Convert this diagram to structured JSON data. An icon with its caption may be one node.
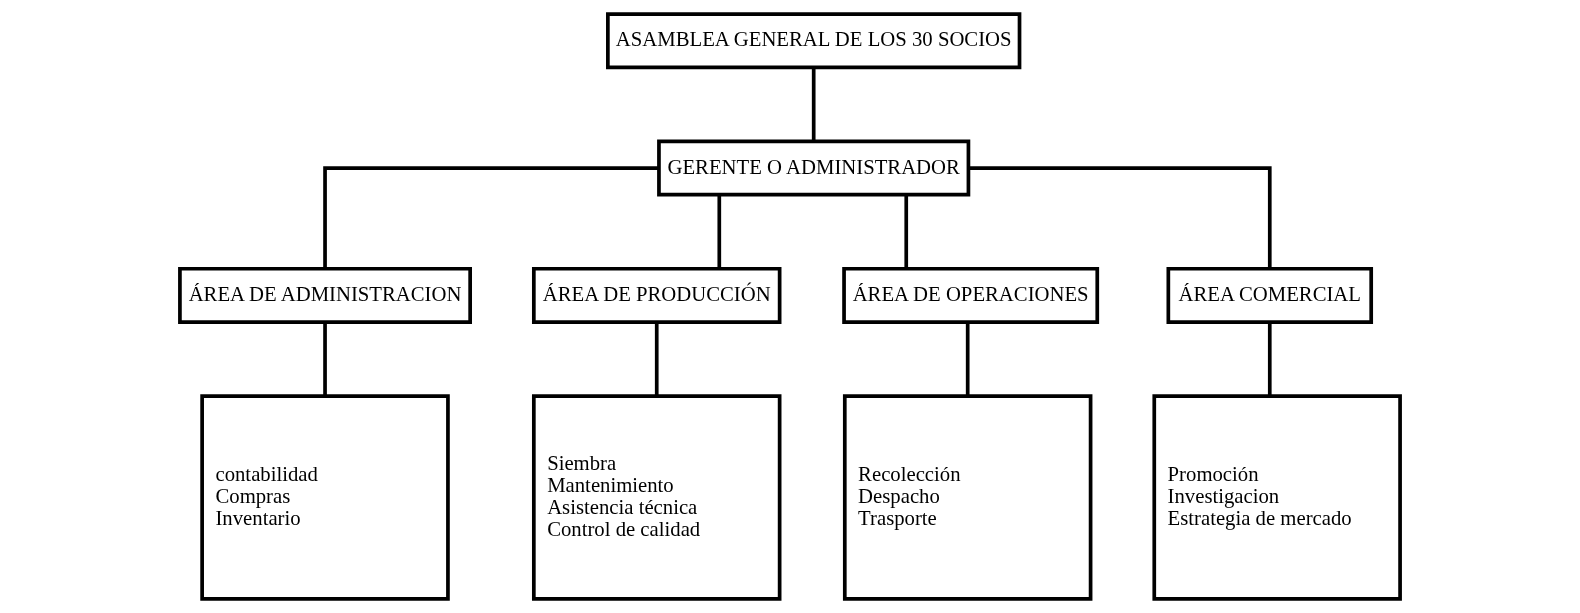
{
  "diagram": {
    "nodes": [
      {
        "text": [
          "ASAMBLEA GENERAL DE LOS 30 SOCIOS"
        ]
      },
      {
        "text": [
          "GERENTE O ADMINISTRADOR"
        ]
      },
      {
        "text": [
          "ÁREA DE ADMINISTRACION"
        ]
      },
      {
        "text": [
          "ÁREA DE PRODUCCIÓN"
        ]
      },
      {
        "text": [
          "ÁREA DE OPERACIONES"
        ]
      },
      {
        "text": [
          "ÁREA COMERCIAL"
        ]
      },
      {
        "text": [
          "contabilidad",
          "Compras",
          "Inventario"
        ]
      },
      {
        "text": [
          "Siembra",
          "Mantenimiento",
          "Asistencia técnica",
          "Control de calidad"
        ]
      },
      {
        "text": [
          "Recolección",
          "Despacho",
          "Trasporte"
        ]
      },
      {
        "text": [
          "Promoción",
          "Investigacion",
          "Estrategia de mercado"
        ]
      }
    ],
    "edges": [
      {
        "from": 0,
        "to": 1,
        "arrow": "none"
      },
      {
        "from": 1,
        "to": 2,
        "arrow": "none"
      },
      {
        "from": 1,
        "to": 3,
        "arrow": "none"
      },
      {
        "from": 1,
        "to": 4,
        "arrow": "none"
      },
      {
        "from": 1,
        "to": 5,
        "arrow": "none"
      },
      {
        "from": 2,
        "to": 6,
        "arrow": "none"
      },
      {
        "from": 3,
        "to": 7,
        "arrow": "none"
      },
      {
        "from": 4,
        "to": 8,
        "arrow": "none"
      },
      {
        "from": 5,
        "to": 9,
        "arrow": "none"
      }
    ]
  }
}
